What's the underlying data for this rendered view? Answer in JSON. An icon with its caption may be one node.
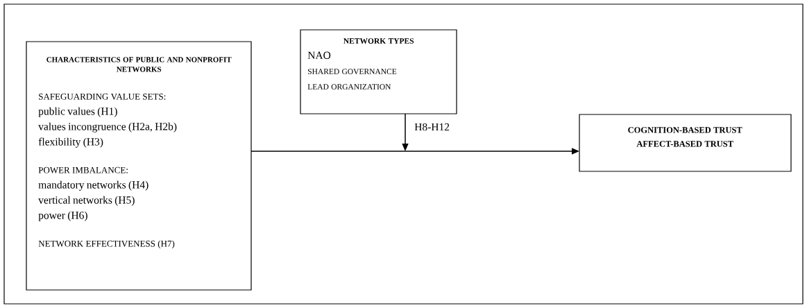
{
  "diagram": {
    "nodes": [
      {
        "text": [
          "CHARACTERISTICS OF PUBLIC AND NONPROFIT NETWORKS",
          "SAFEGUARDING VALUE SETS:",
          "public values (H1)",
          "values incongruence (H2a, H2b)",
          "flexibility (H3)",
          "POWER IMBALANCE:",
          "mandatory networks (H4)",
          "vertical networks (H5)",
          "power (H6)",
          "NETWORK EFFECTIVENESS (H7)"
        ]
      },
      {
        "text": [
          "NETWORK TYPES",
          "NAO",
          "SHARED GOVERNANCE",
          "LEAD ORGANIZATION"
        ]
      },
      {
        "text": [
          "COGNITION-BASED TRUST",
          "AFFECT-BASED TRUST"
        ]
      }
    ],
    "edges": [
      {
        "from": 0,
        "to": 2,
        "arrow": "to"
      },
      {
        "from": 1,
        "to": null,
        "arrow": "to",
        "label": "H8-H12"
      }
    ]
  }
}
